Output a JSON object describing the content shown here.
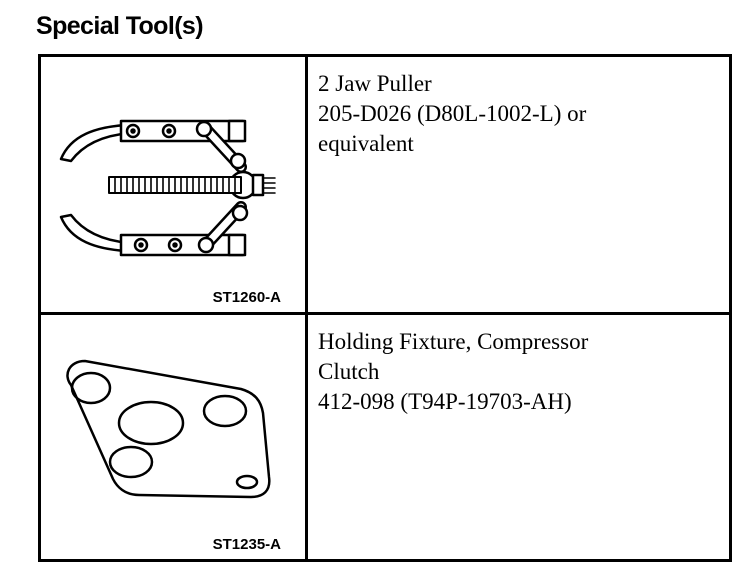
{
  "page": {
    "title": "Special Tool(s)"
  },
  "tools": [
    {
      "code": "ST1260-A",
      "name": "2 Jaw Puller",
      "part_number": "205-D026 (D80L-1002-L) or",
      "note": "equivalent",
      "illustration": "two-jaw-puller-icon"
    },
    {
      "code": "ST1235-A",
      "name": "Holding Fixture, Compressor",
      "name_cont": "Clutch",
      "part_number": "412-098 (T94P-19703-AH)",
      "illustration": "holding-fixture-plate-icon"
    }
  ]
}
